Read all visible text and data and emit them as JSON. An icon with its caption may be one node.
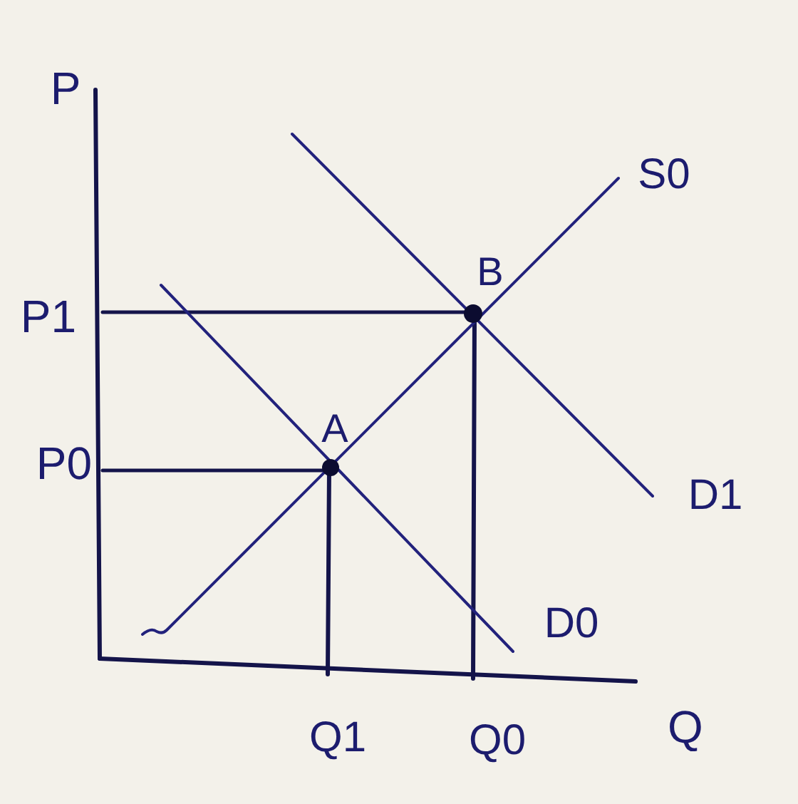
{
  "diagram": {
    "labels": [
      "P",
      "S0",
      "B",
      "P1",
      "A",
      "P0",
      "D1",
      "D0",
      "Q1",
      "Q0",
      "Q"
    ]
  }
}
